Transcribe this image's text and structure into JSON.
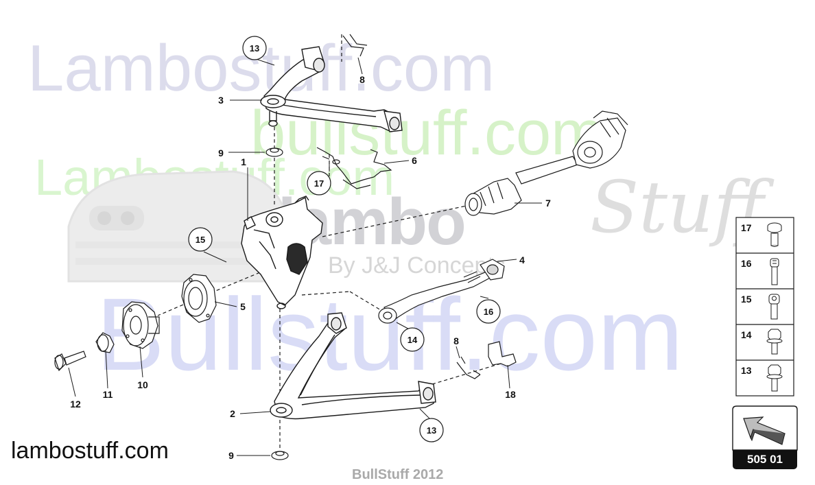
{
  "watermarks": {
    "lambostuff_top": "Lambostuff.com",
    "bullstuff_mid": "bullstuff.com",
    "lambostuff_mid": "Lambostuff.com",
    "lambo_big": "lambo",
    "stuff_script": "Stuff",
    "jj_concepts": "By J&J Concepts",
    "bullstuff_big": "Bullstuff.com"
  },
  "footer": {
    "domain": "lambostuff.com",
    "copyright": "BullStuff 2012"
  },
  "callouts": {
    "c13a": "13",
    "c17": "17",
    "c15": "15",
    "c16": "16",
    "c14": "14",
    "c13b": "13"
  },
  "labels": {
    "l8a": "8",
    "l3": "3",
    "l9a": "9",
    "l6": "6",
    "l1": "1",
    "l7": "7",
    "l4": "4",
    "l5": "5",
    "l10": "10",
    "l11": "11",
    "l12": "12",
    "l8b": "8",
    "l18": "18",
    "l2": "2",
    "l9b": "9"
  },
  "legend": [
    {
      "num": "17",
      "icon": "bolt-flange-icon"
    },
    {
      "num": "16",
      "icon": "bolt-socket-long-icon"
    },
    {
      "num": "15",
      "icon": "bolt-socket-icon"
    },
    {
      "num": "14",
      "icon": "bolt-hex-flange-icon"
    },
    {
      "num": "13",
      "icon": "bolt-hex-flange-icon"
    }
  ],
  "badge": {
    "code": "505 01",
    "icon": "arrow-icon"
  },
  "colors": {
    "line": "#1a1a1a",
    "part_fill": "#ffffff",
    "part_shade": "#d8d8d8",
    "badge_bg": "#111111"
  }
}
